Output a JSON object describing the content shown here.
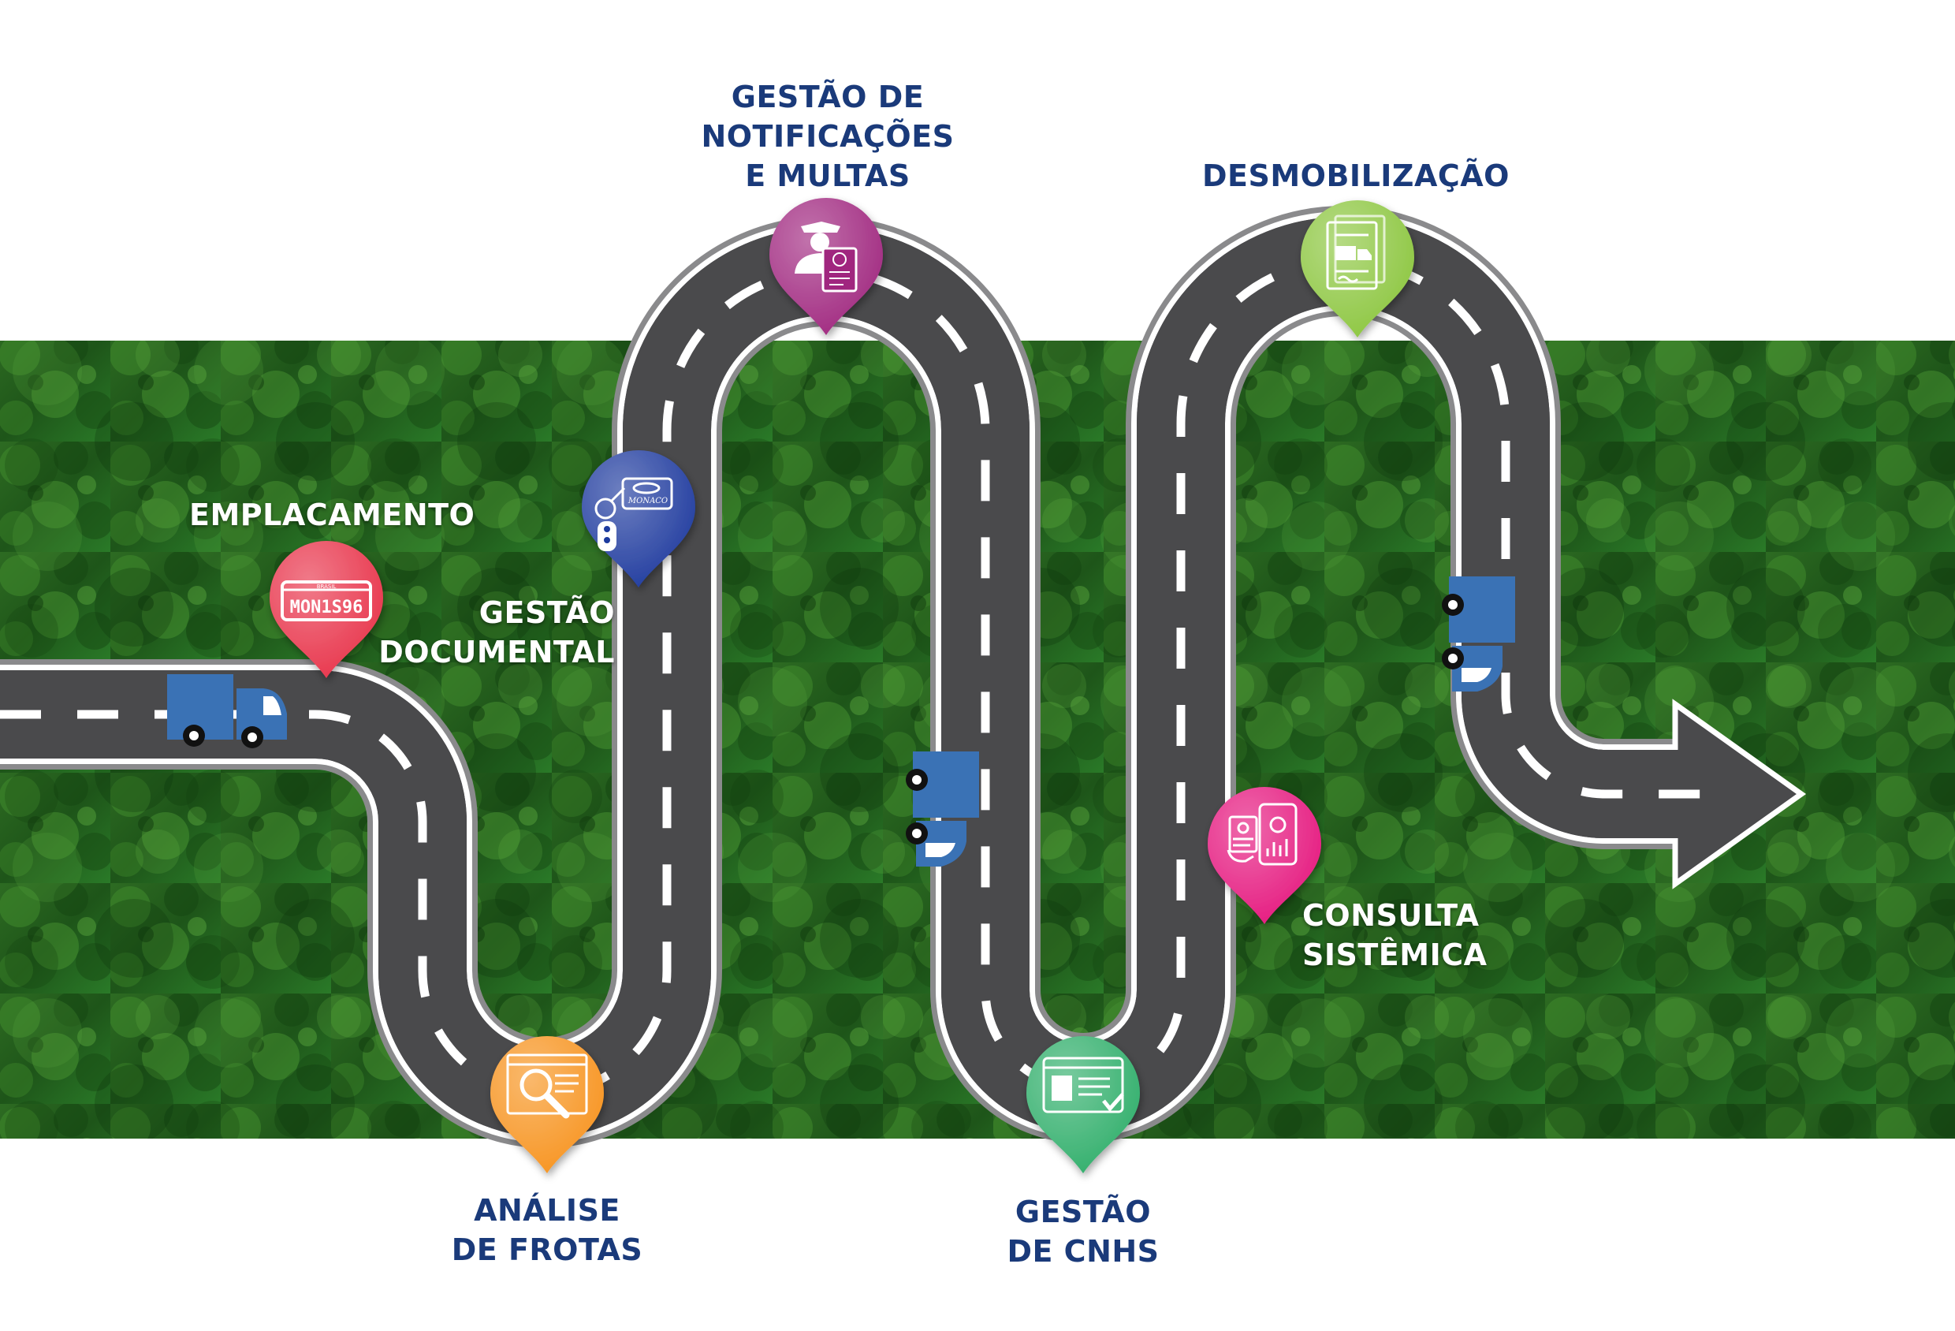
{
  "steps": {
    "emplacamento": {
      "lines": [
        "EMPLACAMENTO"
      ],
      "color": "#e8334a",
      "icon": "license-plate-icon",
      "plate_text": "MON1S96",
      "plate_caption": "BRASIL"
    },
    "analise": {
      "lines": [
        "ANÁLISE",
        "DE FROTAS"
      ],
      "color": "#f7931e",
      "icon": "magnifier-document-icon"
    },
    "documental": {
      "lines": [
        "GESTÃO",
        "DOCUMENTAL"
      ],
      "color": "#1e3a9e",
      "icon": "key-card-icon",
      "card_text": "MONACO"
    },
    "notificacoes": {
      "lines": [
        "GESTÃO DE",
        "NOTIFICAÇÕES",
        "E MULTAS"
      ],
      "color": "#a0277f",
      "icon": "officer-ticket-icon"
    },
    "cnhs": {
      "lines": [
        "GESTÃO",
        "DE CNHS"
      ],
      "color": "#2fae6a",
      "icon": "license-card-icon"
    },
    "consulta": {
      "lines": [
        "CONSULTA",
        "SISTÊMICA"
      ],
      "color": "#e5177e",
      "icon": "tablet-report-icon"
    },
    "desmobilizacao": {
      "lines": [
        "DESMOBILIZAÇÃO"
      ],
      "color": "#8cc63f",
      "icon": "truck-document-icon"
    }
  },
  "colors": {
    "label_dark": "#1a3a7a",
    "road": "#4a4a4c",
    "road_edge": "#8a8a8c",
    "truck": "#3a72b5",
    "forest": "#1f5a1d"
  }
}
